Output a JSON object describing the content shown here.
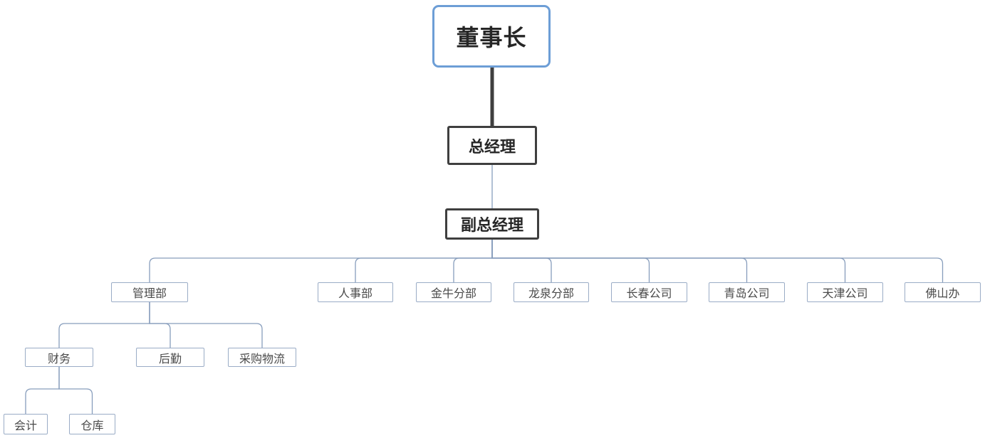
{
  "diagram": {
    "kind": "org-chart",
    "background_color": "#ffffff",
    "colors": {
      "root_border": "#6d9ed6",
      "exec_border": "#3f3f3f",
      "exec_text": "#262626",
      "dept_border": "#9aacc6",
      "dept_text": "#4a4a4a",
      "connector": "#879dbc",
      "trunk_connector": "#3f3f3f"
    },
    "nodes": [
      {
        "id": "chairman",
        "label": "董事长",
        "parent": null,
        "tier": "root"
      },
      {
        "id": "gm",
        "label": "总经理",
        "parent": "chairman",
        "tier": "exec"
      },
      {
        "id": "dgm",
        "label": "副总经理",
        "parent": "gm",
        "tier": "exec"
      },
      {
        "id": "mgmt",
        "label": "管理部",
        "parent": "dgm",
        "tier": "dept"
      },
      {
        "id": "hr",
        "label": "人事部",
        "parent": "dgm",
        "tier": "dept"
      },
      {
        "id": "jinniu",
        "label": "金牛分部",
        "parent": "dgm",
        "tier": "dept"
      },
      {
        "id": "longquan",
        "label": "龙泉分部",
        "parent": "dgm",
        "tier": "dept"
      },
      {
        "id": "changchun",
        "label": "长春公司",
        "parent": "dgm",
        "tier": "dept"
      },
      {
        "id": "qingdao",
        "label": "青岛公司",
        "parent": "dgm",
        "tier": "dept"
      },
      {
        "id": "tianjin",
        "label": "天津公司",
        "parent": "dgm",
        "tier": "dept"
      },
      {
        "id": "foshan",
        "label": "佛山办",
        "parent": "dgm",
        "tier": "dept"
      },
      {
        "id": "finance",
        "label": "财务",
        "parent": "mgmt",
        "tier": "dept"
      },
      {
        "id": "logistics",
        "label": "后勤",
        "parent": "mgmt",
        "tier": "dept"
      },
      {
        "id": "procurement",
        "label": "采购物流",
        "parent": "mgmt",
        "tier": "dept"
      },
      {
        "id": "accounting",
        "label": "会计",
        "parent": "finance",
        "tier": "dept"
      },
      {
        "id": "warehouse",
        "label": "仓库",
        "parent": "finance",
        "tier": "dept"
      }
    ]
  }
}
